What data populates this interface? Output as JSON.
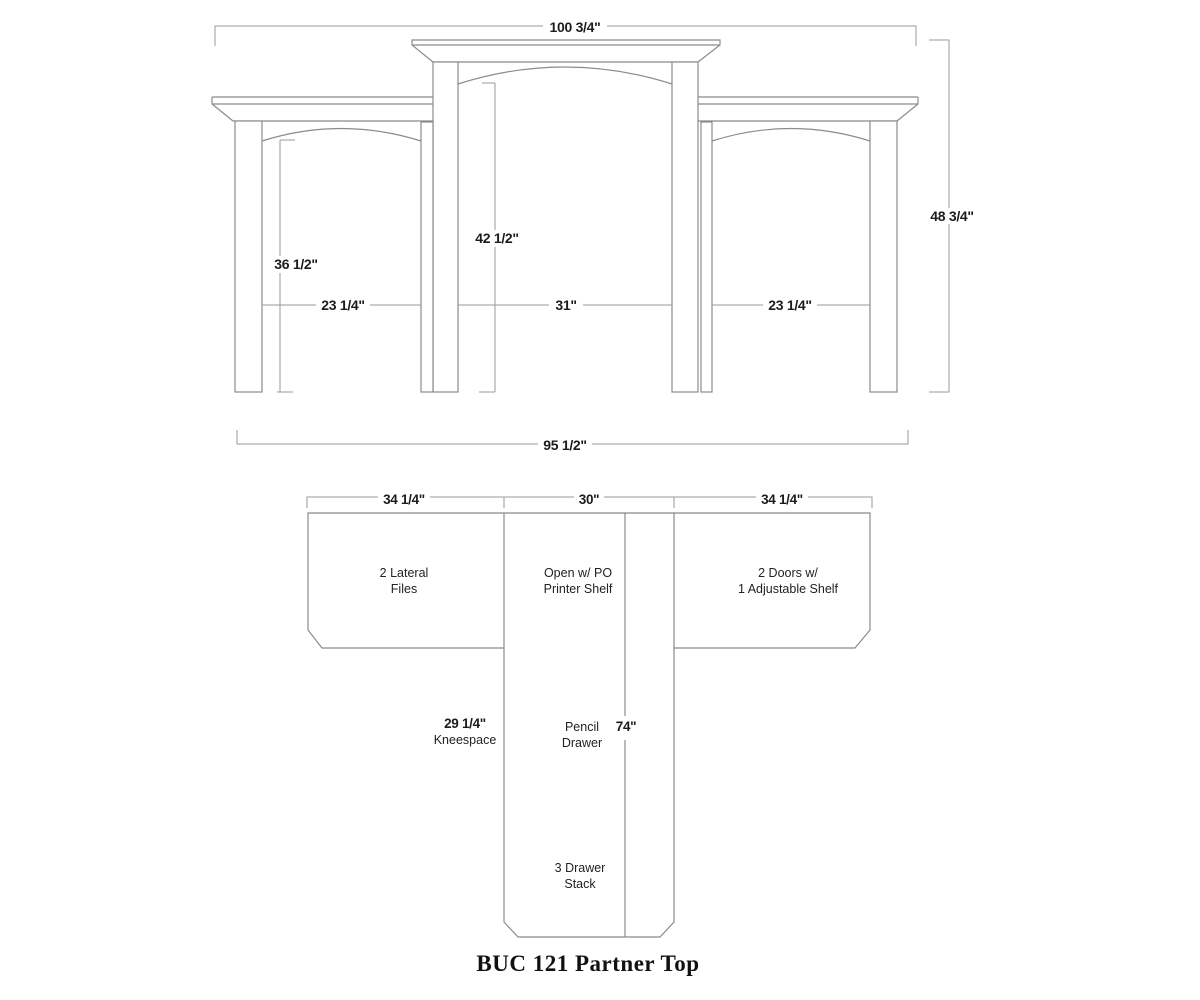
{
  "caption": "BUC 121 Partner Top",
  "colors": {
    "line": "#8b8b8b",
    "dim_line": "#9a9a9a",
    "text": "#1c1c1c",
    "background": "#ffffff"
  },
  "elevation": {
    "overall_width": "100 3/4\"",
    "overall_height": "48 3/4\"",
    "base_width": "95 1/2\"",
    "center_opening_height": "42 1/2\"",
    "side_opening_height": "36 1/2\"",
    "left_opening_width": "23 1/4\"",
    "center_opening_width": "31\"",
    "right_opening_width": "23 1/4\""
  },
  "plan": {
    "left_section_width": "34 1/4\"",
    "center_section_width": "30\"",
    "right_section_width": "34 1/4\"",
    "overall_depth": "74\"",
    "kneespace_width": "29 1/4\"",
    "kneespace_label": "Kneespace",
    "left_section_label_line1": "2 Lateral",
    "left_section_label_line2": "Files",
    "center_section_label_line1": "Open w/ PO",
    "center_section_label_line2": "Printer Shelf",
    "right_section_label_line1": "2 Doors w/",
    "right_section_label_line2": "1 Adjustable Shelf",
    "pencil_drawer_line1": "Pencil",
    "pencil_drawer_line2": "Drawer",
    "drawer_stack_line1": "3 Drawer",
    "drawer_stack_line2": "Stack"
  }
}
